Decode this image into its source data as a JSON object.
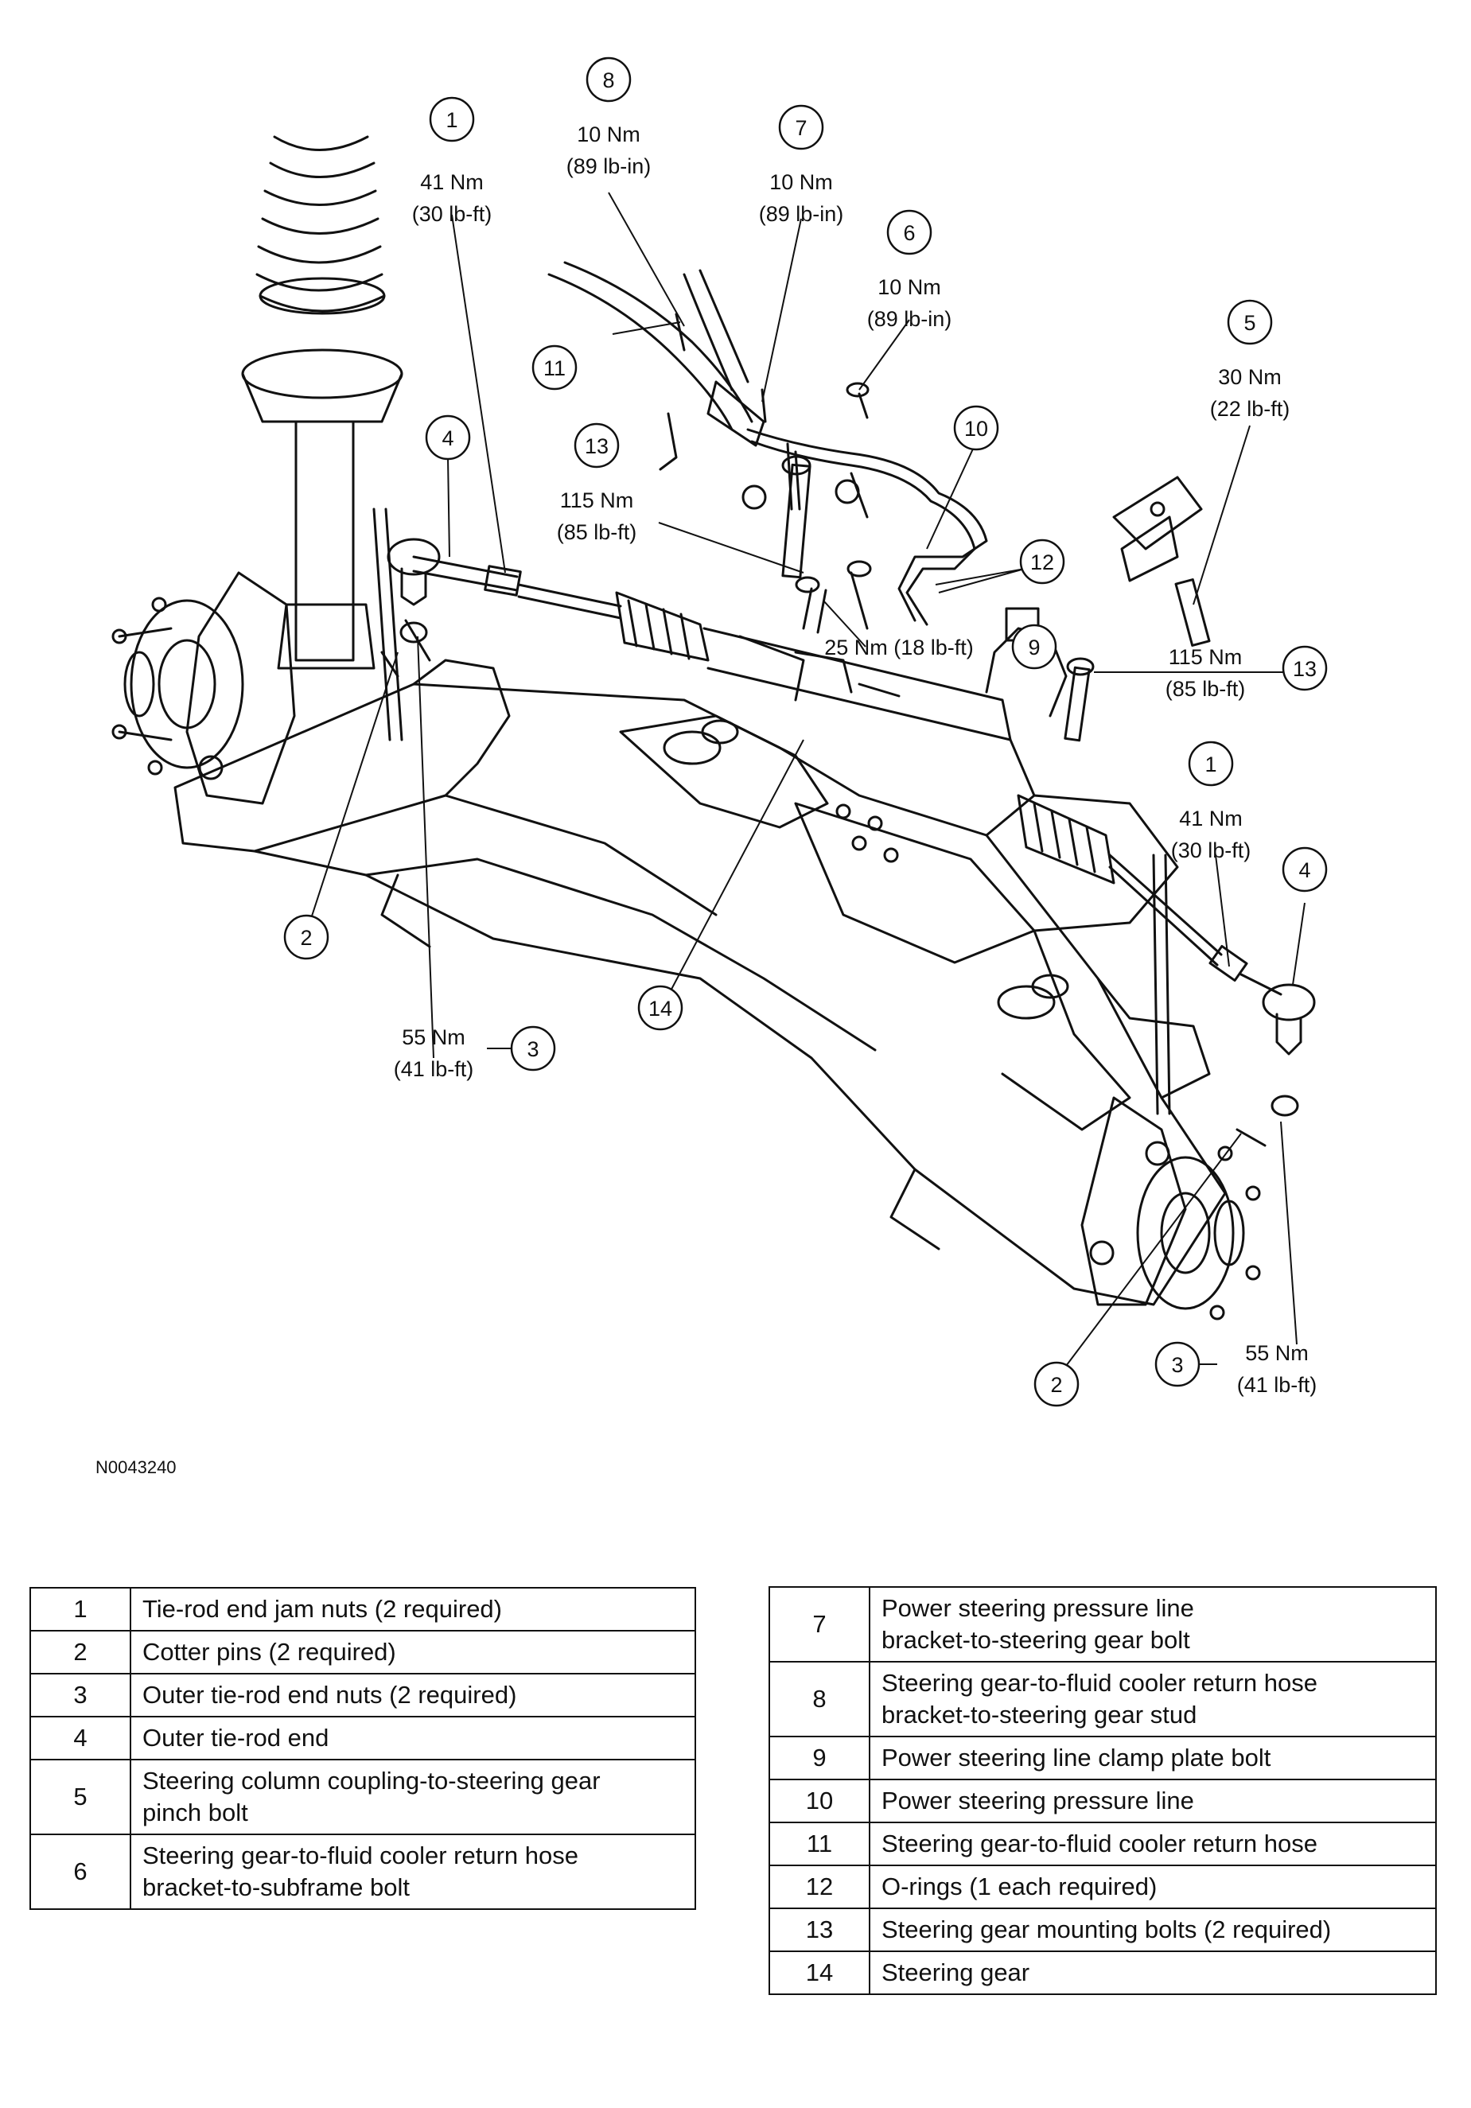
{
  "callouts": [
    {
      "num": "1",
      "torque": [
        "41 Nm",
        "(30 lb-ft)"
      ]
    },
    {
      "num": "8",
      "torque": [
        "10 Nm",
        "(89 lb-in)"
      ]
    },
    {
      "num": "7",
      "torque": [
        "10 Nm",
        "(89 lb-in)"
      ]
    },
    {
      "num": "6",
      "torque": [
        "10 Nm",
        "(89 lb-in)"
      ]
    },
    {
      "num": "5",
      "torque": [
        "30 Nm",
        "(22 lb-ft)"
      ]
    },
    {
      "num": "11"
    },
    {
      "num": "10"
    },
    {
      "num": "4"
    },
    {
      "num": "13",
      "torque": [
        "115 Nm",
        "(85 lb-ft)"
      ]
    },
    {
      "num": "12"
    },
    {
      "num": "9",
      "torque": [
        "25 Nm (18 lb-ft)"
      ]
    },
    {
      "num": "13",
      "torque": [
        "115 Nm",
        "(85 lb-ft)"
      ]
    },
    {
      "num": "1",
      "torque": [
        "41 Nm",
        "(30 lb-ft)"
      ]
    },
    {
      "num": "4"
    },
    {
      "num": "2"
    },
    {
      "num": "14"
    },
    {
      "num": "3",
      "torque": [
        "55 Nm",
        "(41 lb-ft)"
      ]
    },
    {
      "num": "2"
    },
    {
      "num": "3",
      "torque": [
        "55 Nm",
        "(41 lb-ft)"
      ]
    }
  ],
  "figure_id": "N0043240",
  "legend_left": [
    {
      "num": "1",
      "desc": [
        "Tie-rod end jam nuts (2 required)"
      ]
    },
    {
      "num": "2",
      "desc": [
        "Cotter pins (2 required)"
      ]
    },
    {
      "num": "3",
      "desc": [
        "Outer tie-rod end nuts (2 required)"
      ]
    },
    {
      "num": "4",
      "desc": [
        "Outer tie-rod end"
      ]
    },
    {
      "num": "5",
      "desc": [
        "Steering column coupling-to-steering gear",
        "pinch bolt"
      ]
    },
    {
      "num": "6",
      "desc": [
        "Steering gear-to-fluid cooler return hose",
        "bracket-to-subframe bolt"
      ]
    }
  ],
  "legend_right": [
    {
      "num": "7",
      "desc": [
        "Power steering pressure line",
        "bracket-to-steering gear bolt"
      ]
    },
    {
      "num": "8",
      "desc": [
        "Steering gear-to-fluid cooler return hose",
        "bracket-to-steering gear stud"
      ]
    },
    {
      "num": "9",
      "desc": [
        "Power steering line clamp plate bolt"
      ]
    },
    {
      "num": "10",
      "desc": [
        "Power steering pressure line"
      ]
    },
    {
      "num": "11",
      "desc": [
        "Steering gear-to-fluid cooler return hose"
      ]
    },
    {
      "num": "12",
      "desc": [
        "O-rings (1 each required)"
      ]
    },
    {
      "num": "13",
      "desc": [
        "Steering gear mounting bolts (2 required)"
      ]
    },
    {
      "num": "14",
      "desc": [
        "Steering gear"
      ]
    }
  ]
}
